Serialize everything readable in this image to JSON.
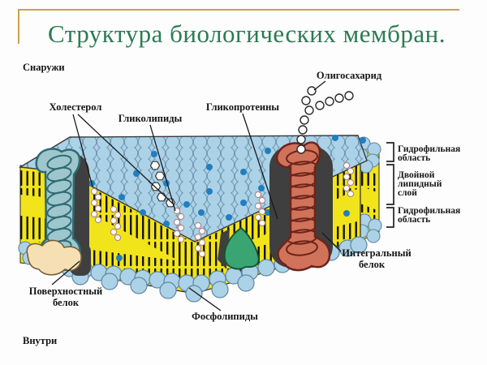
{
  "slide": {
    "title": "Структура биологических мембран.",
    "title_color": "#2A7B52",
    "frame_color": "#C8A34E",
    "background_color": "#FDFDFD"
  },
  "diagram": {
    "environment": {
      "outside": "Снаружи",
      "inside": "Внутри"
    },
    "callouts": {
      "cholesterol": "Холестерол",
      "glycolipids": "Гликолипиды",
      "glycoproteins": "Гликопротеины",
      "oligosaccharide": "Олигосахарид",
      "phospholipids": "Фосфолипиды",
      "integral_protein": [
        "Интегральный",
        "белок"
      ],
      "surface_protein": [
        "Поверхностный",
        "белок"
      ]
    },
    "bracket_labels": {
      "hydrophilic_top": [
        "Гидрофильная",
        "область"
      ],
      "lipid_bilayer": [
        "Двойной",
        "липидный",
        "слой"
      ],
      "hydrophilic_bottom": [
        "Гидрофильная",
        "область"
      ]
    },
    "colors": {
      "lipid_head_fill": "#ACD2E8",
      "lipid_head_stroke": "#6B93AC",
      "top_surface_gap": "#8FB4CE",
      "hydrophobic_core": "#F2E41A",
      "lipid_tail": "#141414",
      "glyco_dot": "#1F7FC0",
      "integral_protein_fill": "#D0735A",
      "integral_protein_stroke": "#6E241A",
      "channel_protein_fill": "#9EC6CD",
      "channel_protein_stroke": "#2F6B74",
      "surface_protein_fill": "#F6DFB2",
      "surface_protein_stroke": "#75603C",
      "green_protein_fill": "#3BA473",
      "green_protein_stroke": "#14532F",
      "shadow": "#3F3F3F",
      "cholesterol_bead_stroke": "#B08080",
      "label_color": "#151515"
    }
  }
}
